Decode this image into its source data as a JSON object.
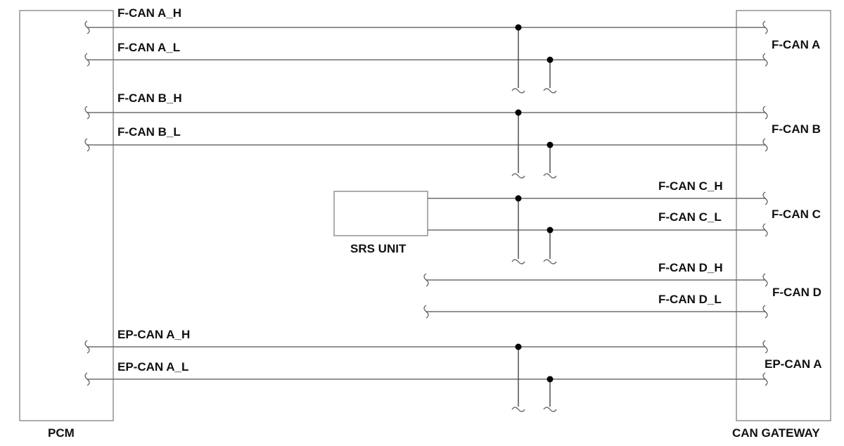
{
  "modules": {
    "pcm": "PCM",
    "gateway": "CAN GATEWAY",
    "srs": "SRS UNIT"
  },
  "wires": {
    "fcan_a_h": "F-CAN A_H",
    "fcan_a_l": "F-CAN A_L",
    "fcan_b_h": "F-CAN B_H",
    "fcan_b_l": "F-CAN B_L",
    "fcan_c_h": "F-CAN C_H",
    "fcan_c_l": "F-CAN C_L",
    "fcan_d_h": "F-CAN D_H",
    "fcan_d_l": "F-CAN D_L",
    "epcan_a_h": "EP-CAN A_H",
    "epcan_a_l": "EP-CAN A_L"
  },
  "buses": {
    "fcan_a": "F-CAN A",
    "fcan_b": "F-CAN B",
    "fcan_c": "F-CAN C",
    "fcan_d": "F-CAN D",
    "epcan_a": "EP-CAN A"
  }
}
